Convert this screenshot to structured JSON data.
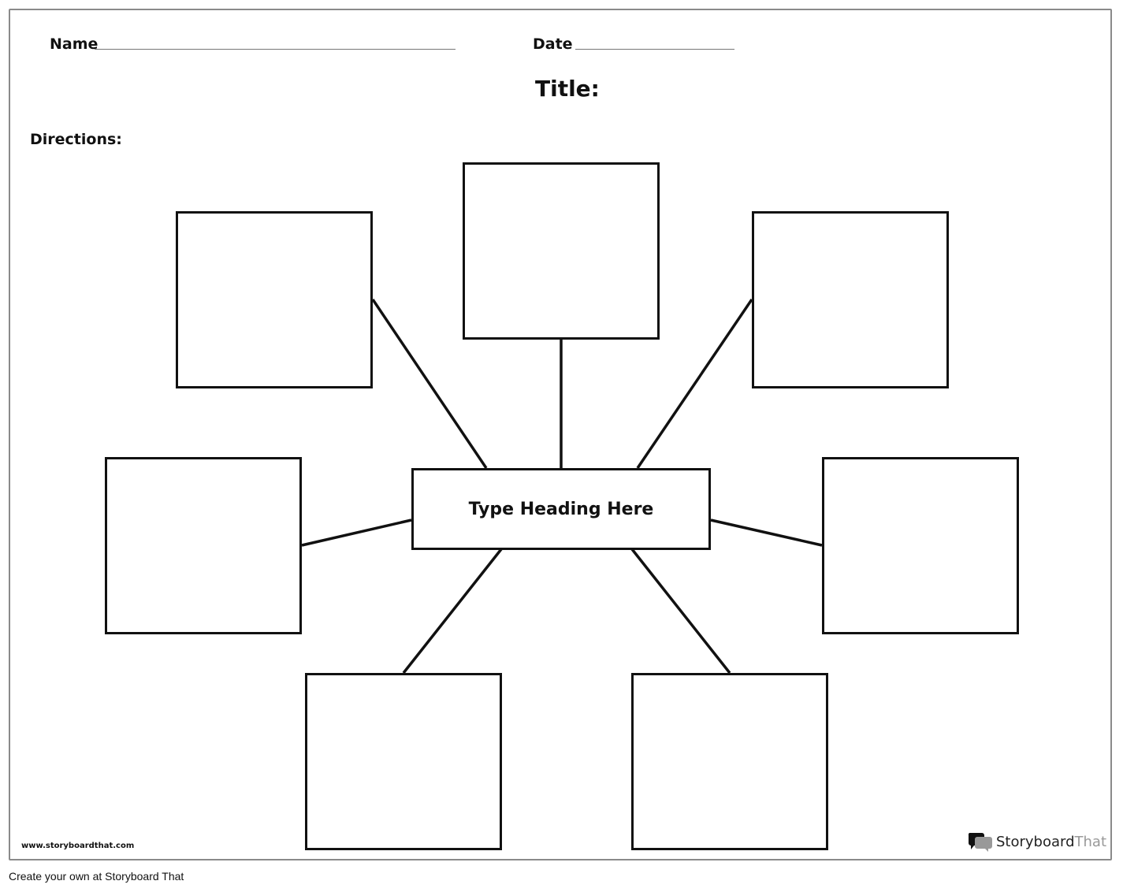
{
  "worksheet": {
    "name_label": "Name",
    "date_label": "Date",
    "title_label": "Title:",
    "directions_label": "Directions:",
    "center_heading": "Type Heading Here",
    "footer_url": "www.storyboardthat.com",
    "logo": {
      "brand_a": "Storyboard",
      "brand_b": "That"
    }
  },
  "page_footer": "Create your own at Storyboard That"
}
